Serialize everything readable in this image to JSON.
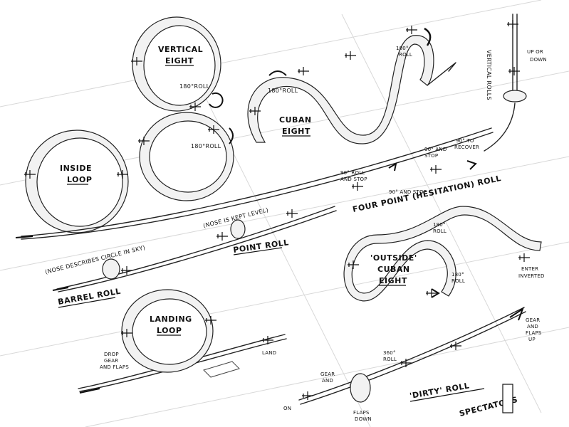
{
  "colors": {
    "ink": "#111111",
    "paper": "#ffffff",
    "grid": "#d8d8d8",
    "ribbon_fill": "#f2f2f2"
  },
  "labels": {
    "vertical_eight": [
      "VERTICAL",
      "EIGHT"
    ],
    "roll_180_a": "180°ROLL",
    "roll_180_b": "180°ROLL",
    "inside_loop": [
      "INSIDE",
      "LOOP"
    ],
    "cuban_eight": [
      "CUBAN",
      "EIGHT"
    ],
    "roll_180_cuban": "180°ROLL",
    "roll_180_cuban_b": [
      "180°",
      "ROLL"
    ],
    "vertical_rolls": "VERTICAL ROLLS",
    "up_or_down": [
      "UP OR",
      "DOWN"
    ],
    "to_recover": [
      "90° TO",
      "RECOVER"
    ],
    "stop_1": [
      "90° ROLL",
      "AND STOP"
    ],
    "stop_2": [
      "90° AND",
      "STOP"
    ],
    "stop_3": "90° AND STOP",
    "four_point": "FOUR POINT (HESITATION) ROLL",
    "nose_level": "(NOSE IS KEPT LEVEL)",
    "point_roll": "POINT ROLL",
    "nose_circle": "(NOSE DESCRIBES CIRCLE IN SKY)",
    "barrel_roll": "BARREL ROLL",
    "outside_cuban": [
      "'OUTSIDE'",
      "CUBAN",
      "EIGHT"
    ],
    "roll_180_out_a": [
      "180°",
      "ROLL"
    ],
    "roll_180_out_b": [
      "180°",
      "ROLL"
    ],
    "enter_inverted": [
      "ENTER",
      "INVERTED"
    ],
    "landing_loop": [
      "LANDING",
      "LOOP"
    ],
    "drop_gear": [
      "DROP",
      "GEAR",
      "AND FLAPS"
    ],
    "land": "LAND",
    "gear_flaps_up": [
      "GEAR",
      "AND",
      "FLAPS",
      "UP"
    ],
    "roll_360": [
      "360°",
      "ROLL"
    ],
    "gear_down": [
      "GEAR",
      "AND"
    ],
    "flaps_down": [
      "FLAPS",
      "DOWN"
    ],
    "dirty_roll": "'DIRTY' ROLL",
    "spectators": "SPECTATORS",
    "on": "ON"
  },
  "icons": [
    "airplane-icon",
    "roll-arrow-icon",
    "direction-arrow-icon"
  ]
}
